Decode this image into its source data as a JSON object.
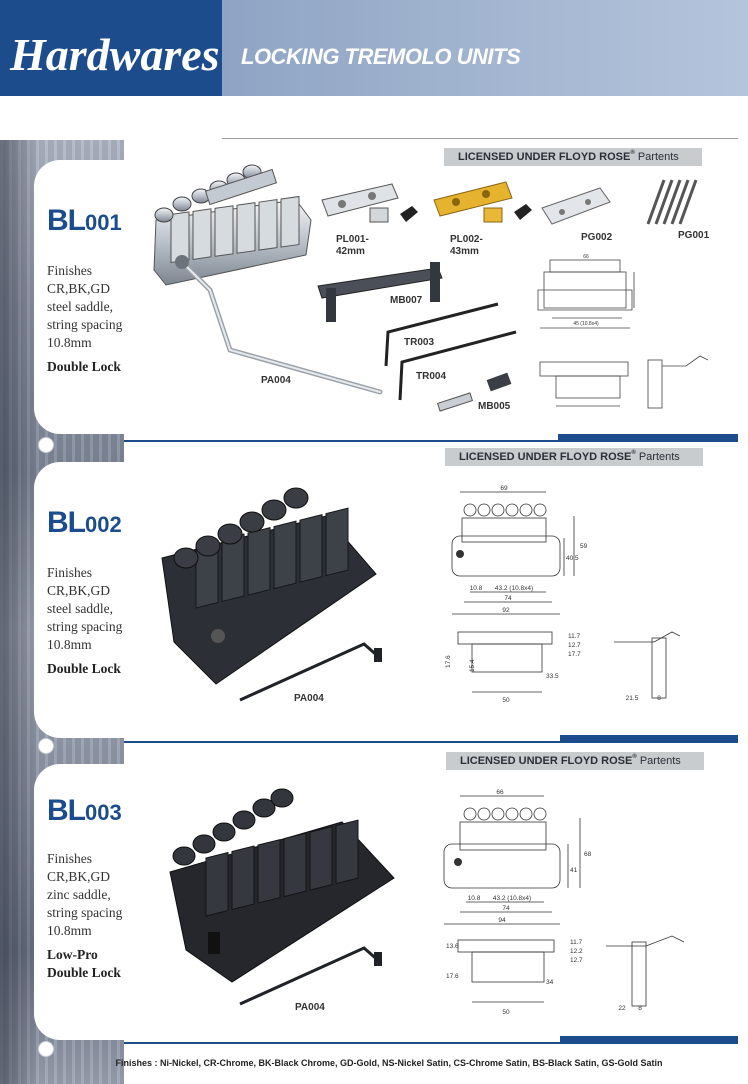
{
  "header": {
    "brand": "Hardwares",
    "subtitle": "LOCKING TREMOLO UNITS"
  },
  "colors": {
    "brand_blue": "#1c4c8c",
    "header_light": "#a6b8d2",
    "license_bar": "#c9cccf"
  },
  "license": {
    "text": "LICENSED UNDER FLOYD ROSE",
    "registered": "®",
    "suffix": "Partents"
  },
  "products": [
    {
      "model_prefix": "BL",
      "model_number": "001",
      "desc": [
        "Finishes",
        "CR,BK,GD",
        "steel saddle,",
        "string spacing",
        "10.8mm"
      ],
      "lock": [
        "Double Lock"
      ],
      "parts": {
        "pl001": "PL001-\n42mm",
        "pl002": "PL002-\n43mm",
        "pg002": "PG002",
        "pg001": "PG001",
        "mb007": "MB007",
        "tr003": "TR003",
        "tr004": "TR004",
        "mb005": "MB005",
        "pa004": "PA004"
      },
      "dims": {
        "width_top": "66",
        "spacing": "45 (10.8x4)"
      }
    },
    {
      "model_prefix": "BL",
      "model_number": "002",
      "desc": [
        "Finishes",
        "CR,BK,GD",
        "steel saddle,",
        "string spacing",
        "10.8mm"
      ],
      "lock": [
        "Double Lock"
      ],
      "parts": {
        "pa004": "PA004"
      },
      "dims": {
        "top": "69",
        "h1": "59",
        "h2": "40.5",
        "s1": "10.8",
        "s2": "43.2 (10.8x4)",
        "w1": "74",
        "w2": "92",
        "v1": "17.6",
        "v2": "15.4",
        "v3": "33.5",
        "r1": "11.7",
        "r2": "12.7",
        "r3": "17.7",
        "b1": "50",
        "c1": "21.5",
        "c2": "8"
      }
    },
    {
      "model_prefix": "BL",
      "model_number": "003",
      "desc": [
        "Finishes",
        "CR,BK,GD",
        "zinc saddle,",
        "string spacing",
        "10.8mm"
      ],
      "lock": [
        "Low-Pro",
        "Double Lock"
      ],
      "parts": {
        "pa004": "PA004"
      },
      "dims": {
        "top": "66",
        "h1": "68",
        "h2": "41",
        "s1": "10.8",
        "s2": "43.2 (10.8x4)",
        "w1": "74",
        "w2": "94",
        "v1": "17.6",
        "v2": "13.6",
        "v3": "34",
        "r1": "11.7",
        "r2": "12.2",
        "r3": "12.7",
        "b1": "50",
        "c1": "22",
        "c2": "8"
      }
    }
  ],
  "footer": "Finishes : Ni-Nickel, CR-Chrome, BK-Black Chrome, GD-Gold, NS-Nickel Satin, CS-Chrome Satin, BS-Black Satin, GS-Gold Satin"
}
